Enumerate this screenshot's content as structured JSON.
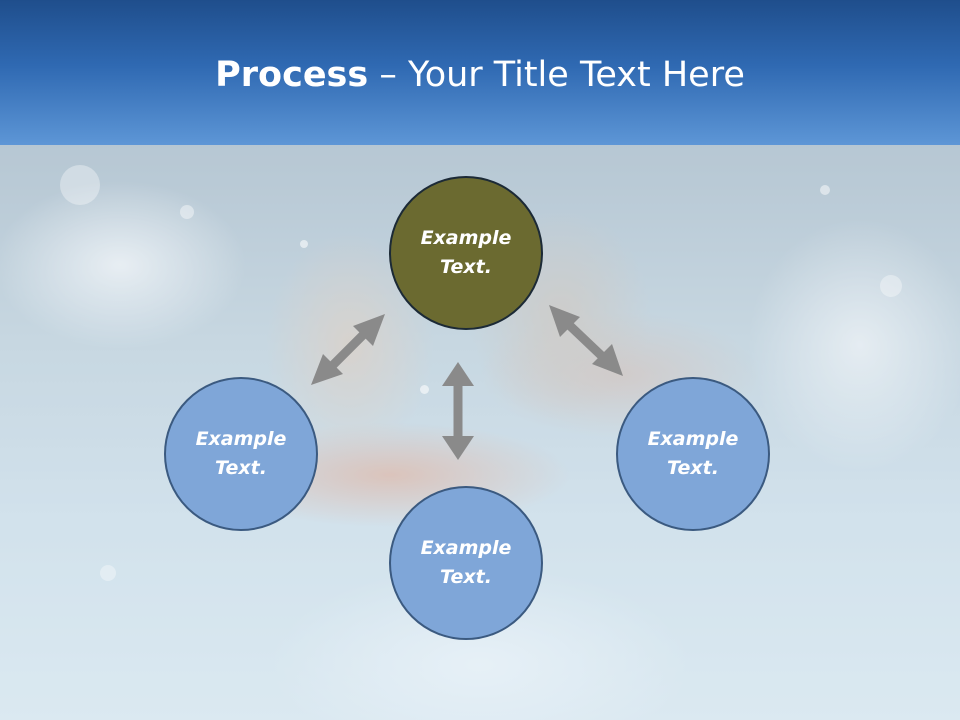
{
  "header": {
    "title_bold": "Process",
    "title_rest": " – Your Title Text Here"
  },
  "diagram": {
    "nodes": [
      {
        "label": "Example Text."
      },
      {
        "label": "Example Text."
      },
      {
        "label": "Example Text."
      },
      {
        "label": "Example Text."
      }
    ]
  },
  "colors": {
    "header_top": "#1f4e8c",
    "header_bottom": "#5d96d6",
    "center_node": "#6b6a30",
    "outer_node": "#7fa6d8",
    "node_border": "#3b5a80",
    "arrow": "#8a8a8a"
  }
}
